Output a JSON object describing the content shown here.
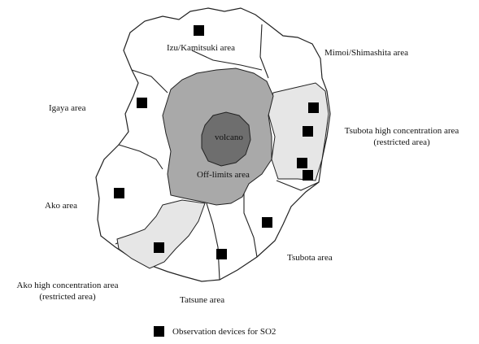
{
  "colors": {
    "background": "#ffffff",
    "area_fill": "#ffffff",
    "restricted_fill": "#e6e6e6",
    "off_limits_fill": "#a9a9a9",
    "volcano_fill": "#6e6e6e",
    "boundary": "#222222",
    "device_marker": "#000000"
  },
  "map": {
    "regions": {
      "izu_kamitsuki": "Izu/Kamitsuki area",
      "mimoi_shimashita": "Mimoi/Shimashita area",
      "igaya": "Igaya area",
      "ako": "Ako area",
      "tsubota": "Tsubota area",
      "tatsune": "Tatsune area",
      "tsubota_high": [
        "Tsubota high concentration area",
        "(restricted area)"
      ],
      "ako_high": [
        "Ako high concentration area",
        "(restricted area)"
      ],
      "off_limits": "Off-limits area",
      "volcano": "volcano"
    },
    "device_count": 10
  },
  "legend": {
    "icon": "black-square",
    "label": "Observation devices for SO2"
  }
}
